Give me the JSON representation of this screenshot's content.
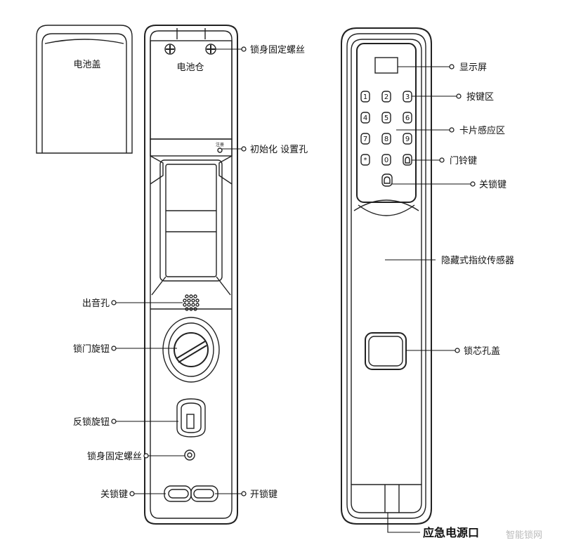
{
  "left_diagram": {
    "cover_label": "电池盖",
    "compartment_label": "电池仓",
    "reset_small_text": "注册",
    "callouts": {
      "lock_screw_top": "锁身固定螺丝",
      "init_hole": "初始化 设置孔",
      "sound_hole": "出音孔",
      "door_knob": "锁门旋钮",
      "deadlock_knob": "反锁旋钮",
      "lock_screw_bottom": "锁身固定螺丝",
      "close_key": "关锁键",
      "open_key": "开锁键"
    }
  },
  "right_diagram": {
    "keypad": [
      "1",
      "2",
      "3",
      "4",
      "5",
      "6",
      "7",
      "8",
      "9",
      "*",
      "0"
    ],
    "callouts": {
      "display": "显示屏",
      "keypad": "按键区",
      "card_area": "卡片感应区",
      "doorbell": "门铃键",
      "lock_key": "关锁键",
      "fingerprint": "隐藏式指纹传感器",
      "cylinder_cover": "锁芯孔盖",
      "emergency_power": "应急电源口"
    }
  },
  "watermark": "智能锁网"
}
